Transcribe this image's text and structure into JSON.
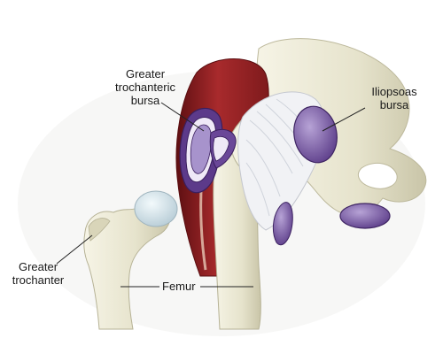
{
  "labels": {
    "greater_trochanteric_bursa": [
      "Greater",
      "trochanteric",
      "bursa"
    ],
    "iliopsoas_bursa": [
      "Iliopsoas",
      "bursa"
    ],
    "greater_trochanter": [
      "Greater",
      "trochanter"
    ],
    "femur": "Femur"
  },
  "colors": {
    "bone": "#ecead9",
    "bone_shadow": "#c9c6ad",
    "muscle": "#a3262b",
    "muscle_dark": "#6e1416",
    "bursa": "#9a82bf",
    "bursa_dark": "#4d2f75",
    "ligament": "#f3f4f7",
    "cartilage": "#dfeef5",
    "leader_line": "#222222"
  }
}
